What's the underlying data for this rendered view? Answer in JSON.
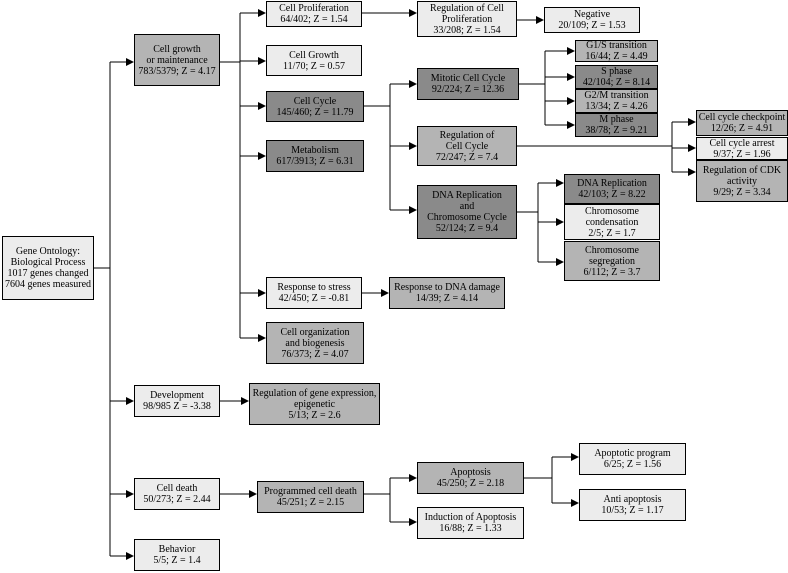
{
  "diagram": {
    "root": {
      "lines": [
        "Gene Ontology:",
        "Biological Process",
        "1017 genes changed",
        "7604 genes measured"
      ]
    },
    "cell_growth": {
      "lines": [
        "Cell growth",
        "or maintenance",
        "783/5379; Z = 4.17"
      ]
    },
    "cell_proliferation": {
      "lines": [
        "Cell Proliferation",
        "64/402; Z = 1.54"
      ]
    },
    "regulation_cell_proliferation": {
      "lines": [
        "Regulation of Cell",
        "Proliferation",
        "33/208; Z = 1.54"
      ]
    },
    "negative": {
      "lines": [
        "Negative",
        "20/109; Z = 1.53"
      ]
    },
    "cell_growth_leaf": {
      "lines": [
        "Cell Growth",
        "11/70; Z = 0.57"
      ]
    },
    "cell_cycle": {
      "lines": [
        "Cell Cycle",
        "145/460; Z = 11.79"
      ]
    },
    "mitotic_cell_cycle": {
      "lines": [
        "Mitotic Cell Cycle",
        "92/224; Z = 12.36"
      ]
    },
    "g1s_transition": {
      "lines": [
        "G1/S transition",
        "16/44; Z = 4.49"
      ]
    },
    "s_phase": {
      "lines": [
        "S phase",
        "42/104; Z = 8.14"
      ]
    },
    "g2m_transition": {
      "lines": [
        "G2/M transition",
        "13/34; Z = 4.26"
      ]
    },
    "m_phase": {
      "lines": [
        "M phase",
        "38/78; Z = 9.21"
      ]
    },
    "regulation_cell_cycle": {
      "lines": [
        "Regulation of",
        "Cell Cycle",
        "72/247; Z = 7.4"
      ]
    },
    "cell_cycle_checkpoint": {
      "lines": [
        "Cell cycle checkpoint",
        "12/26; Z = 4.91"
      ]
    },
    "cell_cycle_arrest": {
      "lines": [
        "Cell cycle arrest",
        "9/37; Z = 1.96"
      ]
    },
    "regulation_cdk": {
      "lines": [
        "Regulation of CDK",
        "activity",
        "9/29; Z = 3.34"
      ]
    },
    "metabolism": {
      "lines": [
        "Metabolism",
        "617/3913; Z = 6.31"
      ]
    },
    "dna_replication_chromosome": {
      "lines": [
        "DNA Replication",
        "and",
        "Chromosome Cycle",
        "52/124; Z = 9.4"
      ]
    },
    "dna_replication": {
      "lines": [
        "DNA Replication",
        "42/103; Z = 8.22"
      ]
    },
    "chromosome_condensation": {
      "lines": [
        "Chromosome",
        "condensation",
        "2/5; Z = 1.7"
      ]
    },
    "chromosome_segregation": {
      "lines": [
        "Chromosome",
        "segregation",
        "6/112; Z = 3.7"
      ]
    },
    "response_to_stress": {
      "lines": [
        "Response to stress",
        "42/450; Z = -0.81"
      ]
    },
    "response_to_dna_damage": {
      "lines": [
        "Response to DNA damage",
        "14/39; Z = 4.14"
      ]
    },
    "cell_organization": {
      "lines": [
        "Cell organization",
        "and biogenesis",
        "76/373; Z = 4.07"
      ]
    },
    "development": {
      "lines": [
        "Development",
        "98/985 Z = -3.38"
      ]
    },
    "regulation_gene_expression": {
      "lines": [
        "Regulation of gene expression,",
        "epigenetic",
        "5/13; Z = 2.6"
      ]
    },
    "cell_death": {
      "lines": [
        "Cell death",
        "50/273; Z = 2.44"
      ]
    },
    "programmed_cell_death": {
      "lines": [
        "Programmed cell death",
        "45/251; Z = 2.15"
      ]
    },
    "apoptosis": {
      "lines": [
        "Apoptosis",
        "45/250; Z = 2.18"
      ]
    },
    "apoptotic_program": {
      "lines": [
        "Apoptotic program",
        "6/25; Z = 1.56"
      ]
    },
    "anti_apoptosis": {
      "lines": [
        "Anti apoptosis",
        "10/53; Z = 1.17"
      ]
    },
    "induction_apoptosis": {
      "lines": [
        "Induction of Apoptosis",
        "16/88; Z = 1.33"
      ]
    },
    "behavior": {
      "lines": [
        "Behavior",
        "5/5; Z = 1.4"
      ]
    }
  }
}
